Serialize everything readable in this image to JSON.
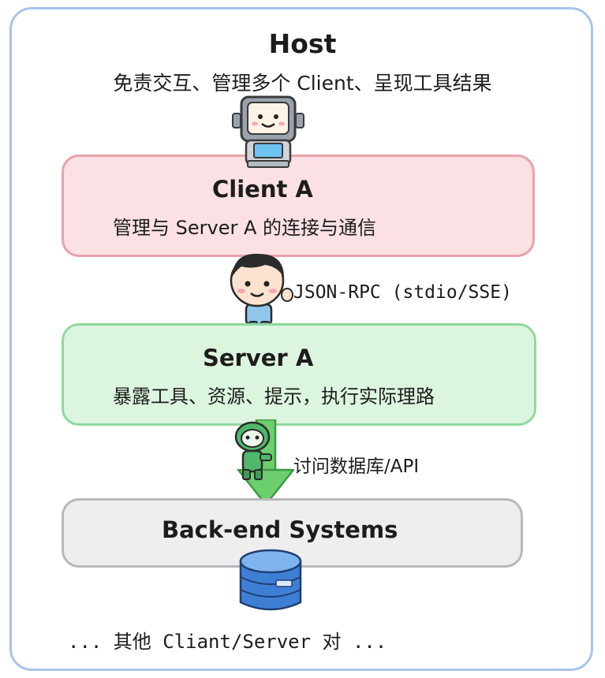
{
  "host": {
    "title": "Host",
    "description": "免责交互、管理多个 Client、呈现工具结果"
  },
  "client": {
    "title": "Client A",
    "description": "管理与 Server A 的连接与通信"
  },
  "protocol_label": "JSON-RPC (stdio/SSE)",
  "server": {
    "title": "Server A",
    "description": "暴露工具、资源、提示，执行实际理路"
  },
  "access_label": "讨问数据库/API",
  "backend": {
    "title": "Back-end Systems"
  },
  "footer": "... 其他 Cliant/Server 对 ...",
  "colors": {
    "frame": "#a9c4ea",
    "client_fill": "#fbe0e4",
    "client_border": "#e9a2ac",
    "server_fill": "#dcf5df",
    "server_border": "#8fd99d",
    "backend_fill": "#eeeeef",
    "backend_border": "#b9b9bd",
    "arrow": "#6ccf6e",
    "database": "#3e7fd6"
  },
  "icons": [
    "computer-robot-icon",
    "person-icon",
    "green-robot-icon",
    "down-arrow-icon",
    "database-icon"
  ]
}
